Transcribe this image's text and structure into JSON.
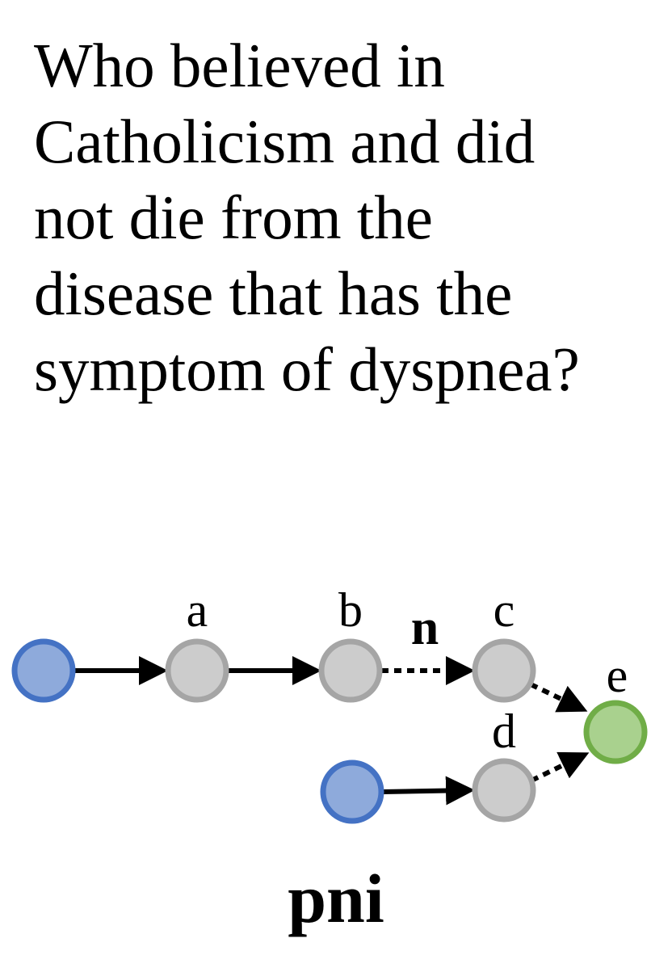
{
  "question": "Who believed in\nCatholicism and did\nnot die from the\ndisease that has the\nsymptom of dyspnea?",
  "diagram": {
    "node_labels": {
      "a": "a",
      "b": "b",
      "c": "c",
      "d": "d",
      "e": "e"
    },
    "edge_label_bc": "n",
    "colors": {
      "anchor_fill": "#8eaadb",
      "anchor_stroke": "#4472c4",
      "intermediate_fill": "#cccccc",
      "intermediate_stroke": "#a5a5a5",
      "target_fill": "#a9d18e",
      "target_stroke": "#70ad47",
      "edge": "#000000"
    }
  },
  "caption": "pni"
}
